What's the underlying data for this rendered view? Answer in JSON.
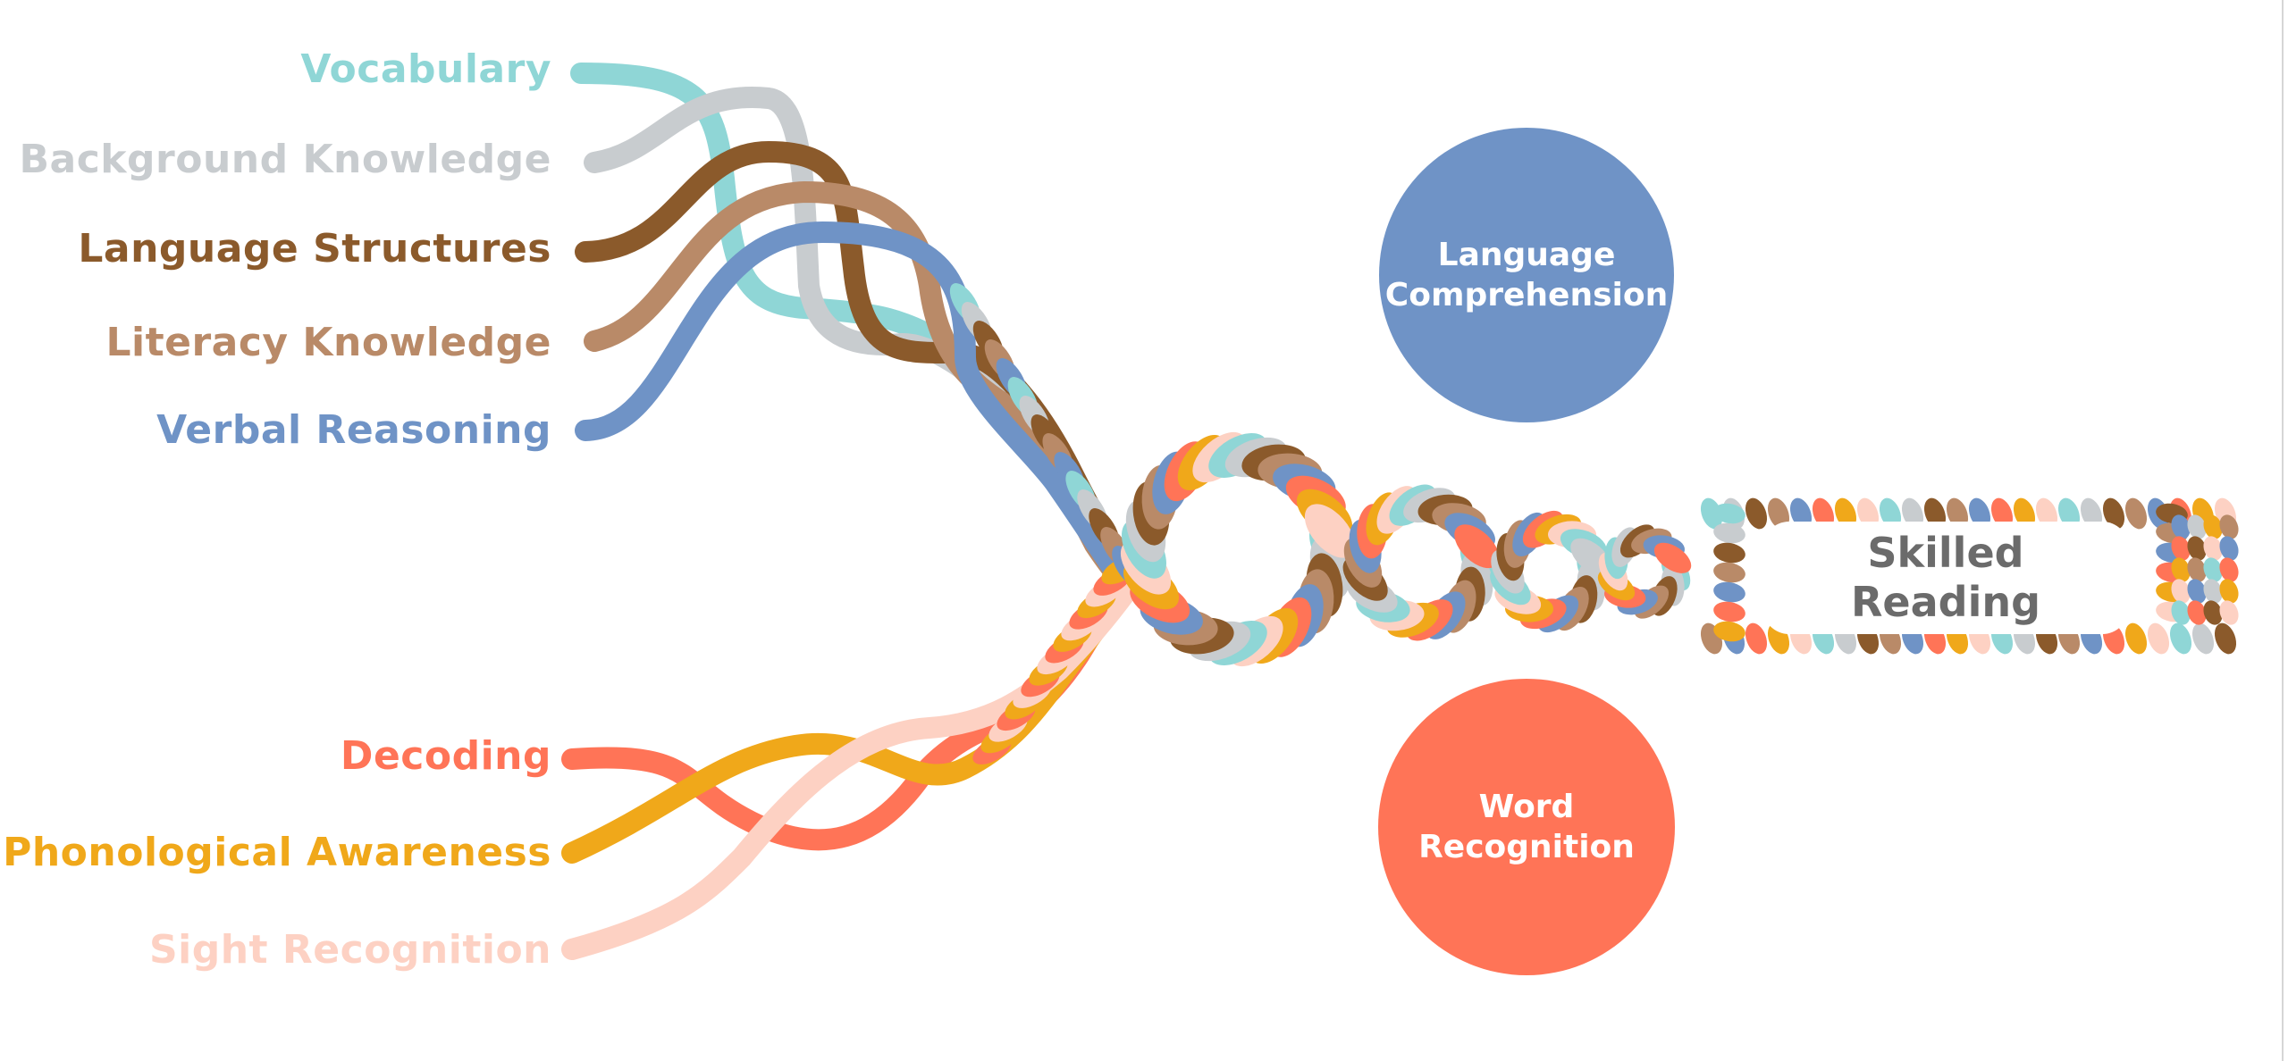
{
  "strands": [
    {
      "label": "Vocabulary",
      "color": "#8fd6d6",
      "group": "language"
    },
    {
      "label": "Background Knowledge",
      "color": "#c8cccf",
      "group": "language"
    },
    {
      "label": "Language Structures",
      "color": "#8b5a2b",
      "group": "language"
    },
    {
      "label": "Literacy Knowledge",
      "color": "#b98a68",
      "group": "language"
    },
    {
      "label": "Verbal Reasoning",
      "color": "#6f93c6",
      "group": "language"
    },
    {
      "label": "Decoding",
      "color": "#ff7457",
      "group": "word"
    },
    {
      "label": "Phonological Awareness",
      "color": "#f0a81a",
      "group": "word"
    },
    {
      "label": "Sight Recognition",
      "color": "#fdd1c3",
      "group": "word"
    }
  ],
  "language_comprehension": {
    "label": "Language\nComprehension",
    "color": "#6f93c6"
  },
  "word_recognition": {
    "label": "Word\nRecognition",
    "color": "#ff7457"
  },
  "skilled_reading": {
    "label": "Skilled\nReading"
  }
}
